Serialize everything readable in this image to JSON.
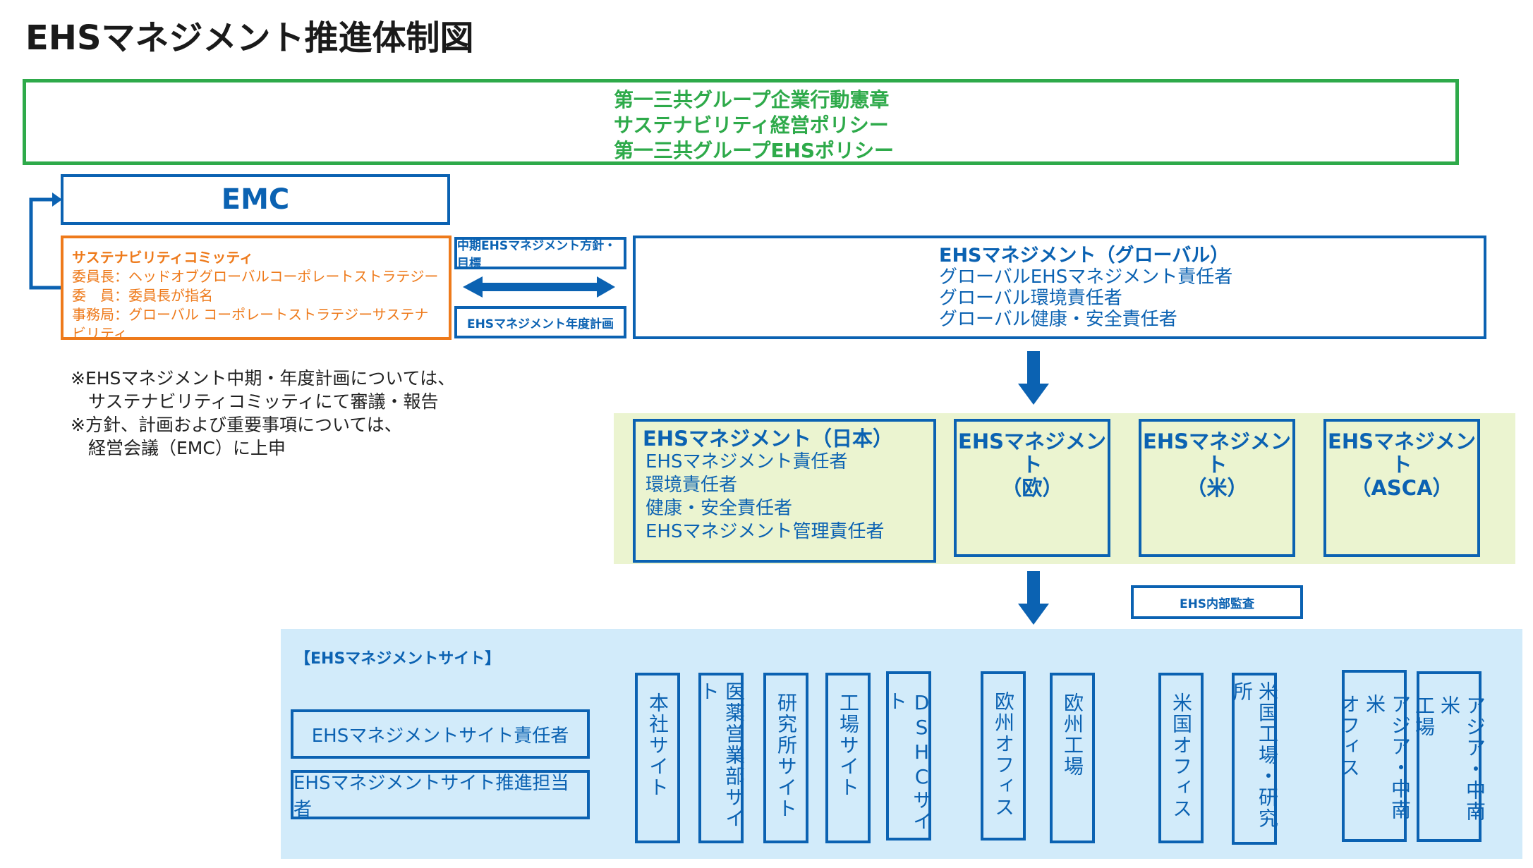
{
  "title": "EHSマネジメント推進体制図",
  "policy": {
    "lines": [
      "第一三共グループ企業行動憲章",
      "サステナビリティ経営ポリシー",
      "第一三共グループEHSポリシー"
    ]
  },
  "emc": {
    "label": "EMC"
  },
  "committee": {
    "head": "サステナビリティコミッティ",
    "lines": [
      "委員長：ヘッドオブグローバルコーポレートストラテジー",
      "委　員：委員長が指名",
      "事務局：グローバル コーポレートストラテジーサステナビリティ"
    ]
  },
  "exchange": {
    "top": "中期EHSマネジメント方針・目標",
    "bottom": "EHSマネジメント年度計画"
  },
  "global": {
    "head": "EHSマネジメント（グローバル）",
    "lines": [
      "グローバルEHSマネジメント責任者",
      "グローバル環境責任者",
      "グローバル健康・安全責任者"
    ]
  },
  "notes": [
    "※EHSマネジメント中期・年度計画については、",
    "　サステナビリティコミッティにて審議・報告",
    "※方針、計画および重要事項については、",
    "　経営会議（EMC）に上申"
  ],
  "regions": {
    "japan": {
      "head": "EHSマネジメント（日本）",
      "lines": [
        "EHSマネジメント責任者",
        "環境責任者",
        "健康・安全責任者",
        "EHSマネジメント管理責任者"
      ]
    },
    "europe": {
      "line1": "EHSマネジメント",
      "line2": "（欧）"
    },
    "us": {
      "line1": "EHSマネジメント",
      "line2": "（米）"
    },
    "asca": {
      "line1": "EHSマネジメント",
      "line2": "（ASCA）"
    }
  },
  "audit": "EHS内部監査",
  "sites": {
    "label": "【EHSマネジメントサイト】",
    "roles": [
      "EHSマネジメントサイト責任者",
      "EHSマネジメントサイト推進担当者"
    ],
    "columns": [
      [
        "本社サイト"
      ],
      [
        "医薬営業部サイト"
      ],
      [
        "研究所サイト"
      ],
      [
        "工場サイト"
      ],
      [
        "DSHCサイト"
      ],
      [
        "欧州オフィス"
      ],
      [
        "欧州工場"
      ],
      [
        "米国オフィス"
      ],
      [
        "米国工場・研究所"
      ],
      [
        "アジア・中南米",
        "オフィス"
      ],
      [
        "アジア・中南米",
        "工場"
      ]
    ]
  },
  "colors": {
    "blue": "#0b62b2",
    "green": "#2eaa4a",
    "orange": "#ee7a1b",
    "light_green_band": "#ebf4d0",
    "light_blue_band": "#d2ebfa"
  }
}
